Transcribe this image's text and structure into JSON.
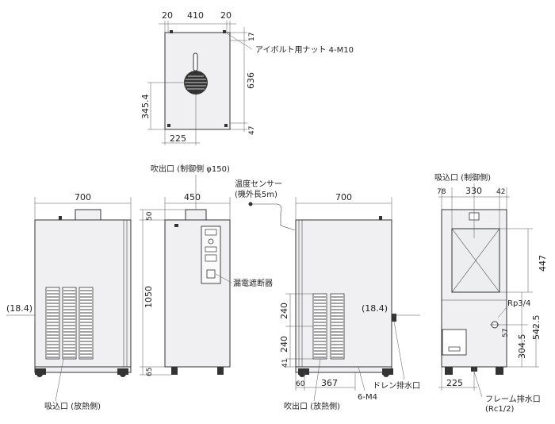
{
  "top_view": {
    "dims_top": [
      "20",
      "410",
      "20"
    ],
    "dim_right_top": "17",
    "dim_right_mid": "636",
    "dim_right_bot": "47",
    "dim_left": "345.4",
    "dim_bottom": "225",
    "callout": "アイボルト用ナット 4-M10"
  },
  "front_view": {
    "width": "700",
    "side_dim": "(18.4)",
    "label_bottom": "吸込口 (放熱側)"
  },
  "side_view": {
    "width": "450",
    "label_top": "吹出口 (制御側 φ150)",
    "dim_top": "50",
    "dim_mid": "1050",
    "dim_bot": "65",
    "breaker": "漏電遮断器"
  },
  "rear_view": {
    "width": "700",
    "sensor_line1": "温度センサー",
    "sensor_line2": "(機外長5m)",
    "dims_left": [
      "240",
      "240",
      "41"
    ],
    "dim_bottom_left": "60",
    "dim_bottom_mid": "367",
    "side_dim": "(18.4)",
    "drain": "ドレン排水口",
    "bolts": "6-M4",
    "label_bottom": "吹出口 (放熱側)"
  },
  "right_view": {
    "label_top": "吸込口 (制御側)",
    "dims_top": [
      "78",
      "330",
      "42"
    ],
    "dim_447": "447",
    "rp": "Rp3/4",
    "dim_57": "57",
    "dim_5425": "542.5",
    "dim_3045": "304.5",
    "dim_bottom": "225",
    "frame_drain": "フレーム排水口",
    "rc": "(Rc1/2)"
  }
}
